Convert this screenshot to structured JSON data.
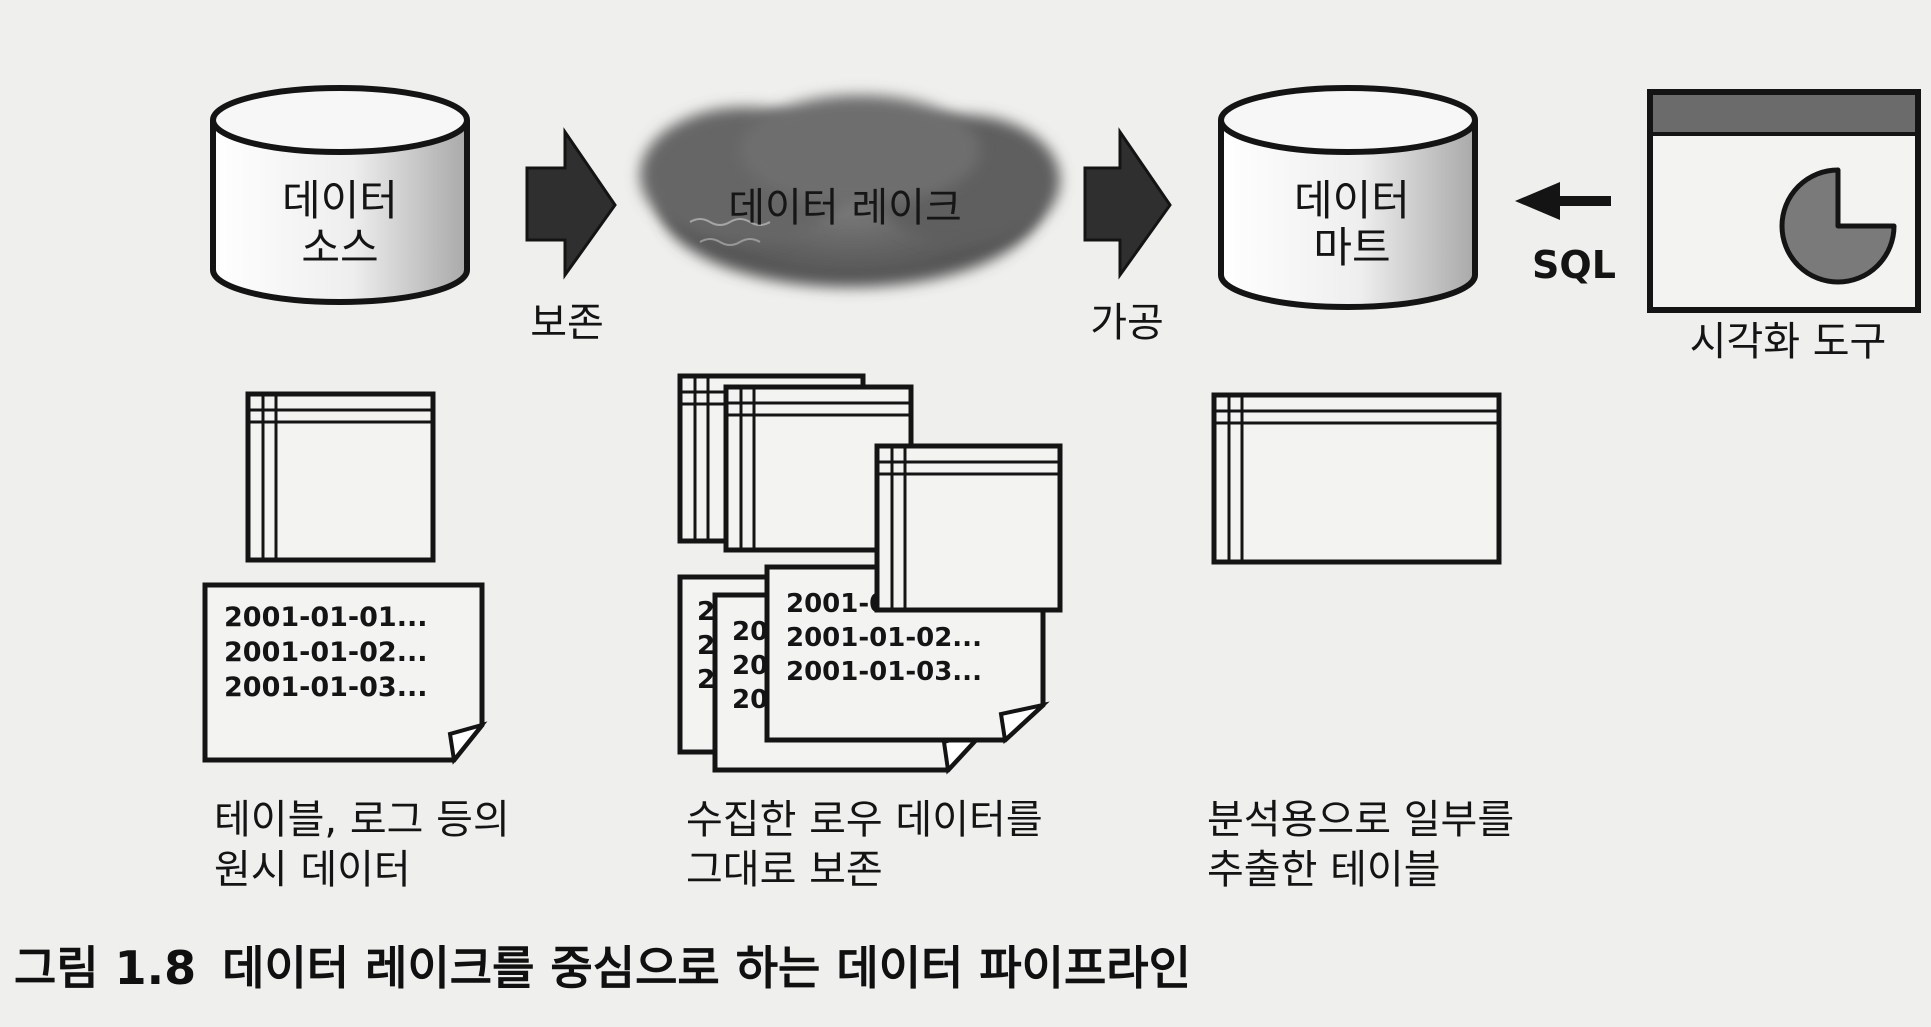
{
  "diagram": {
    "stages": {
      "source": {
        "line1": "데이터",
        "line2": "소스"
      },
      "lake": {
        "label": "데이터 레이크"
      },
      "mart": {
        "line1": "데이터",
        "line2": "마트"
      },
      "viz": {
        "label": "시각화 도구"
      }
    },
    "arrows": {
      "store": "보존",
      "process": "가공",
      "sql": "SQL"
    },
    "log_lines": [
      "2001-01-01...",
      "2001-01-02...",
      "2001-01-03..."
    ],
    "back_sheet_fragments": {
      "sheet1": [
        "2",
        "2",
        "2"
      ],
      "sheet2": [
        "20",
        "20",
        "20"
      ],
      "front_first_truncated": "2001-0"
    },
    "captions": {
      "source": [
        "테이블, 로그 등의",
        "원시 데이터"
      ],
      "lake": [
        "수집한 로우 데이터를",
        "그대로 보존"
      ],
      "mart": [
        "분석용으로 일부를",
        "추출한 테이블"
      ]
    }
  },
  "figure_caption": {
    "number": "그림 1.8",
    "title": "데이터 레이크를 중심으로 하는 데이터 파이프라인"
  },
  "colors": {
    "background": "#efefed",
    "ink": "#141414",
    "arrow": "#2f2f2f",
    "window_title_bar": "#6b6b6b",
    "pie": "#7a7a7a",
    "cloud": "#5e5e5e"
  }
}
